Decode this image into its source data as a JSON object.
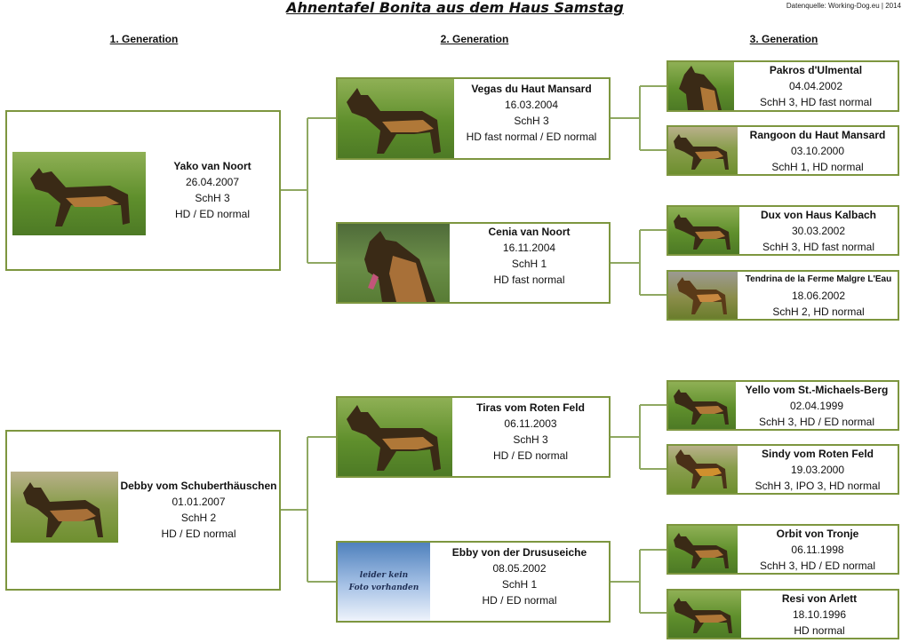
{
  "title": "Ahnentafel Bonita aus dem Haus Samstag",
  "source": "Datenquelle: Working-Dog.eu | 2014",
  "generations": [
    "1. Generation",
    "2. Generation",
    "3. Generation"
  ],
  "dogs": {
    "yako": {
      "name": "Yako van Noort",
      "date": "26.04.2007",
      "title": "SchH 3",
      "health": "HD / ED normal"
    },
    "vegas": {
      "name": "Vegas du Haut Mansard",
      "date": "16.03.2004",
      "title": "SchH 3",
      "health": "HD fast normal / ED normal"
    },
    "cenia": {
      "name": "Cenia van Noort",
      "date": "16.11.2004",
      "title": "SchH 1",
      "health": "HD fast normal"
    },
    "pakros": {
      "name": "Pakros d'Ulmental",
      "date": "04.04.2002",
      "info": "SchH 3, HD fast normal"
    },
    "rangoon": {
      "name": "Rangoon du Haut Mansard",
      "date": "03.10.2000",
      "info": "SchH 1, HD normal"
    },
    "dux": {
      "name": "Dux von Haus Kalbach",
      "date": "30.03.2002",
      "info": "SchH 3, HD fast normal"
    },
    "tendrina": {
      "name": "Tendrina de la Ferme Malgre L'Eau",
      "date": "18.06.2002",
      "info": "SchH 2, HD normal"
    },
    "debby": {
      "name": "Debby vom Schuberthäuschen",
      "date": "01.01.2007",
      "title": "SchH 2",
      "health": "HD / ED normal"
    },
    "tiras": {
      "name": "Tiras vom Roten Feld",
      "date": "06.11.2003",
      "title": "SchH 3",
      "health": "HD / ED normal"
    },
    "ebby": {
      "name": "Ebby von der Drususeiche",
      "date": "08.05.2002",
      "title": "SchH 1",
      "health": "HD / ED normal"
    },
    "yello": {
      "name": "Yello vom St.-Michaels-Berg",
      "date": "02.04.1999",
      "info": "SchH 3, HD / ED normal"
    },
    "sindy": {
      "name": "Sindy vom Roten Feld",
      "date": "19.03.2000",
      "info": "SchH 3, IPO 3, HD normal"
    },
    "orbit": {
      "name": "Orbit von Tronje",
      "date": "06.11.1998",
      "info": "SchH 3, HD / ED normal"
    },
    "resi": {
      "name": "Resi von Arlett",
      "date": "18.10.1996",
      "info": "HD normal"
    }
  },
  "no_photo": {
    "line1": "leider kein",
    "line2": "Foto vorhanden"
  },
  "colors": {
    "border": "#7d963f",
    "connector": "#8fa862"
  },
  "icons": [
    "dog-photo",
    "no-photo-placeholder"
  ]
}
